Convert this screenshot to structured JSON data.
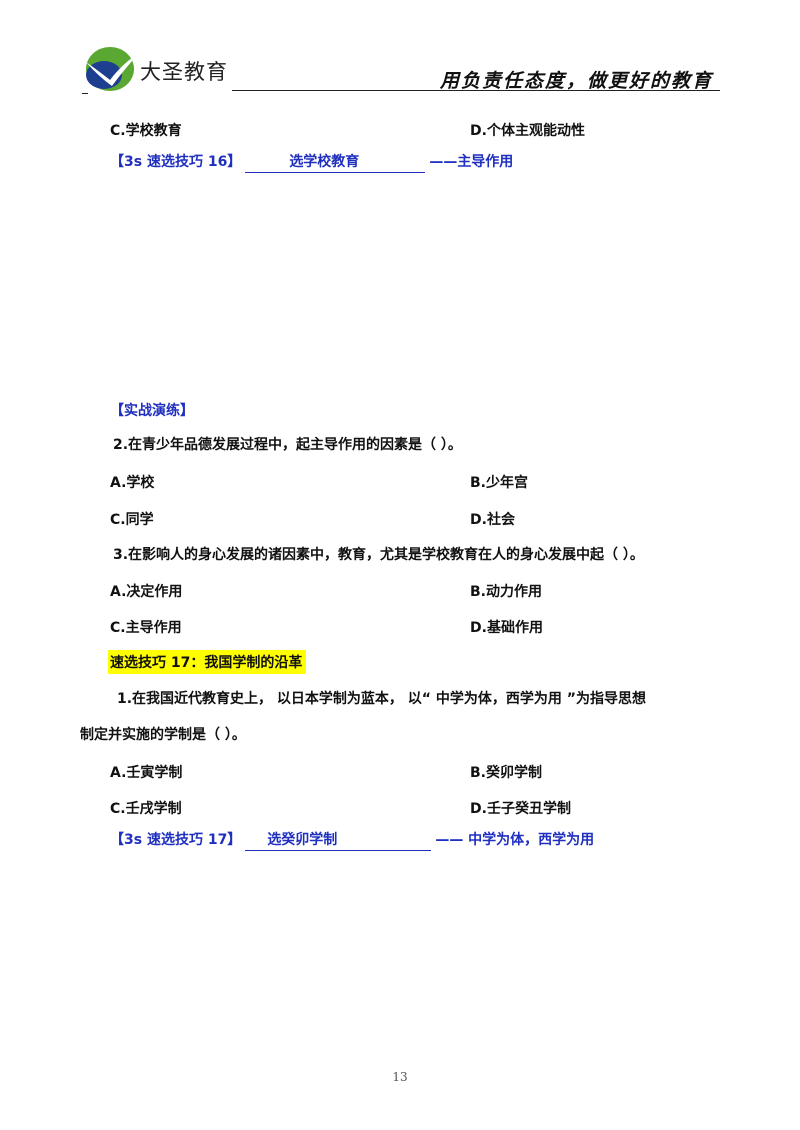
{
  "header": {
    "brand": "大圣教育",
    "slogan": "用负责任态度，做更好的教育"
  },
  "block1": {
    "option_c": "C.学校教育",
    "option_d": "D.个体主观能动性",
    "tip_prefix": "【3s 速选技巧 16】",
    "tip_answer": "选学校教育",
    "tip_suffix": "——主导作用"
  },
  "practice": {
    "heading": "【实战演练】",
    "q2": {
      "stem": "2.在青少年品德发展过程中，起主导作用的因素是（    ）。",
      "a": "A.学校",
      "b": "B.少年宫",
      "c": "C.同学",
      "d": "D.社会"
    },
    "q3": {
      "stem": "3.在影响人的身心发展的诸因素中，教育，尤其是学校教育在人的身心发展中起（   ）。",
      "a": "A.决定作用",
      "b": "B.动力作用",
      "c": "C.主导作用",
      "d": "D.基础作用"
    }
  },
  "section17": {
    "title": "速选技巧 17：我国学制的沿革",
    "q1": {
      "stem_line1": "1.在我国近代教育史上， 以日本学制为蓝本， 以“ 中学为体，西学为用 ”为指导思想",
      "stem_line2": "制定并实施的学制是（    ）。",
      "a": "A.壬寅学制",
      "b": "B.癸卯学制",
      "c": "C.壬戌学制",
      "d": "D.壬子癸丑学制"
    },
    "tip_prefix": "【3s 速选技巧 17】",
    "tip_answer": "选癸卯学制",
    "tip_suffix": "—— 中学为体，西学为用"
  },
  "footer": {
    "page_number": "13"
  },
  "colors": {
    "accent_blue": "#1f2fbf",
    "highlight": "#ffff00",
    "logo_green": "#5aa832"
  }
}
